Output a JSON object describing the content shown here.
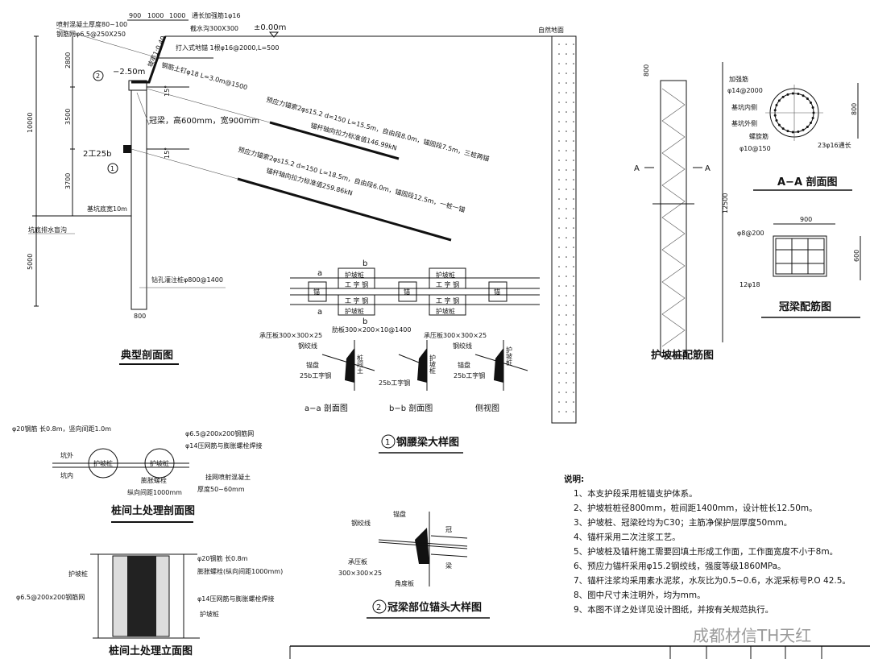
{
  "typical_section": {
    "title": "典型剖面图",
    "top_dims": [
      "900",
      "1000",
      "1000"
    ],
    "elev_top": "±0.00m",
    "elev_crown": "−2.50m",
    "natural_ground": "自然地面",
    "shotcrete": "喷射混凝土厚度80~100",
    "mesh": "钢筋网φ6.5@250X250",
    "slope": "坡率1:0.40",
    "long_bar": "通长加强筋1φ16",
    "drain_ditch": "截水沟300X300",
    "drive_nail": "打入式地锚 1根φ16@2000,L=500",
    "soil_nail": "钢筋土钉φ18 L=3.0m@1500",
    "crown_beam": "冠梁，高600mm，宽900mm",
    "waler": "2工25b",
    "pit_width": "基坑底宽10m",
    "drain": "坑底排水盲沟",
    "pile": "钻孔灌注桩φ800@1400",
    "pile_width": "800",
    "angle": "15°",
    "dims": {
      "total": "10000",
      "d1": "2800",
      "d2": "3500",
      "d3": "3700",
      "embed": "5000"
    },
    "anchor1": {
      "line1": "预应力锚索2φs15.2 d=150 L=15.5m，自由段8.0m，锚固段7.5m，三桩两锚",
      "line2": "锚杆轴向拉力标准值146.99kN"
    },
    "anchor2": {
      "line1": "预应力锚索2φs15.2 d=150 L=18.5m，自由段6.0m，锚固段12.5m，一桩一锚",
      "line2": "锚杆轴向拉力标准值259.86kN"
    },
    "markers": [
      "2",
      "1"
    ]
  },
  "waler_detail": {
    "title": "钢腰梁大样图",
    "number": "1",
    "pile": "护坡桩",
    "i_beam": "工 字 钢",
    "anchor_mark": "锚",
    "cut_a": "a",
    "cut_b": "b",
    "bearing_plate": "承压板300×300×25",
    "rib_plate": "肋板300×200×10@1400",
    "strand": "钢绞线",
    "anchor_disc": "锚盘",
    "i25b": "25b工字钢",
    "soil_between": "桩间土",
    "sec_aa": "a−a 剖面图",
    "sec_bb": "b−b 剖面图",
    "side_view": "侧视图"
  },
  "pile_rebar": {
    "title": "护坡桩配筋图",
    "top_dim": "800",
    "length": "12500",
    "cut": "A"
  },
  "aa_section": {
    "title": "A−A 剖面图",
    "stiffener": "加强筋",
    "stiffener_spec": "φ14@2000",
    "inner": "基坑内侧",
    "outer": "基坑外侧",
    "spiral": "螺旋筋",
    "spiral_spec": "φ10@150",
    "main_bar": "23φ16通长",
    "dia": "800"
  },
  "crown_rebar": {
    "title": "冠梁配筋图",
    "width": "900",
    "height": "600",
    "stirrup": "φ8@200",
    "main": "12φ18"
  },
  "between_section": {
    "title": "桩间土处理剖面图",
    "bar": "φ20钢筋 长0.8m，竖向间距1.0m",
    "mesh": "φ6.5@200x200钢筋网",
    "weld": "φ14压网筋与膨胀螺栓焊接",
    "outside": "坑外",
    "inside": "坑内",
    "pile": "护坡桩",
    "bolt": "膨胀螺栓",
    "bolt_spacing": "纵向间距1000mm",
    "shotcrete": "挂网喷射混凝土",
    "thickness": "厚度50~60mm"
  },
  "between_elev": {
    "title": "桩间土处理立面图",
    "pile": "护坡桩",
    "mesh": "φ6.5@200x200钢筋网",
    "bar": "φ20钢筋 长0.8m",
    "bolt": "膨胀螺栓(纵向间距1000mm)",
    "weld": "φ14压网筋与膨胀螺栓焊接"
  },
  "anchor_head": {
    "title": "冠梁部位锚头大样图",
    "number": "2",
    "disc": "锚盘",
    "strand": "钢绞线",
    "plate": "承压板",
    "plate_spec": "300×300×25",
    "angle_plate": "角度板",
    "beam1": "冠",
    "beam2": "梁"
  },
  "notes": {
    "heading": "说明:",
    "items": [
      "1、本支护段采用桩锚支护体系。",
      "2、护坡桩桩径800mm，桩间距1400mm，设计桩长12.50m。",
      "3、护坡桩、冠梁砼均为C30；主筋净保护层厚度50mm。",
      "4、锚杆采用二次注浆工艺。",
      "5、护坡桩及锚杆施工需要回填土形成工作面，工作面宽度不小于8m。",
      "6、预应力锚杆采用φ15.2钢绞线，强度等级1860MPa。",
      "7、锚杆注浆均采用素水泥浆，水灰比为0.5~0.6，水泥采标号P.O 42.5。",
      "8、图中尺寸未注明外，均为mm。",
      "9、本图不详之处详见设计图纸，并按有关规范执行。"
    ]
  },
  "watermark": "成都材信TH天红"
}
